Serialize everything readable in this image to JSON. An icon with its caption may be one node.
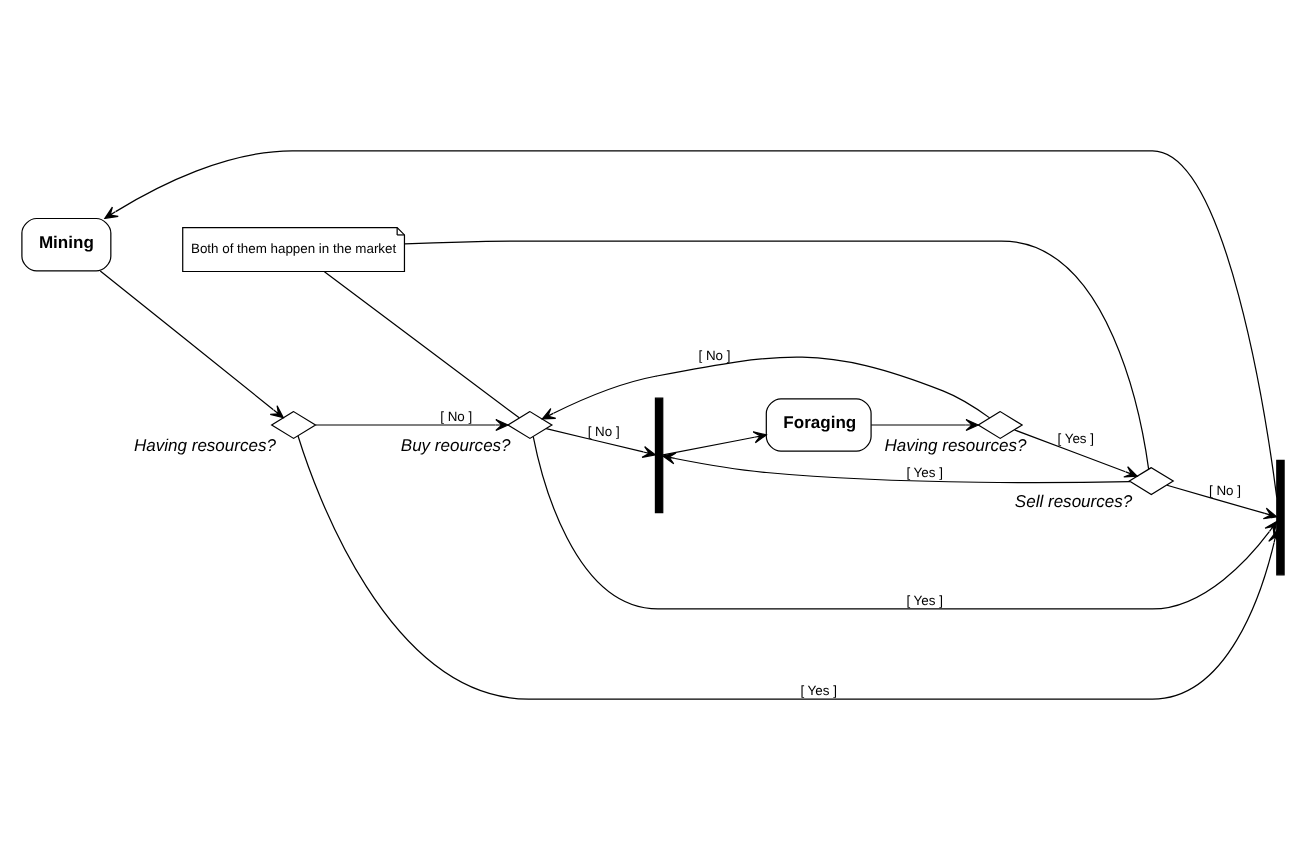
{
  "diagram": {
    "nodes": [
      {
        "text": [
          "Mining"
        ]
      },
      {
        "text": [
          "Both of them happen in the market"
        ]
      },
      {
        "text": [],
        "shape": "diamond",
        "beside": [
          "Having resources?"
        ]
      },
      {
        "text": [],
        "shape": "bar"
      },
      {
        "text": [],
        "shape": "diamond",
        "beside": [
          "Sell resources?"
        ]
      },
      {
        "text": [],
        "shape": "bar"
      },
      {
        "text": [],
        "shape": "diamond",
        "beside": [
          "Buy reources?"
        ]
      },
      {
        "text": [
          "Foraging"
        ]
      },
      {
        "text": [],
        "shape": "diamond",
        "beside": [
          "Having resources?"
        ]
      }
    ],
    "edges": [
      {
        "from": 7,
        "to": 2,
        "arrow": "to"
      },
      {
        "from": 2,
        "to": 4,
        "arrow": "to",
        "label": "[ Yes ]"
      },
      {
        "from": 2,
        "to": 6,
        "arrow": "to",
        "label": "[ No ]"
      },
      {
        "from": 4,
        "to": 3,
        "arrow": "to",
        "label": "[ No ]"
      },
      {
        "from": 4,
        "to": 5,
        "arrow": "to",
        "label": "[ Yes ]"
      },
      {
        "from": 6,
        "to": 3,
        "arrow": "to",
        "label": "[ Yes ]"
      },
      {
        "from": 6,
        "to": 5,
        "arrow": "to",
        "label": "[ No ]"
      },
      {
        "from": 3,
        "to": 0,
        "arrow": "to"
      },
      {
        "from": 0,
        "to": 8,
        "arrow": "to"
      },
      {
        "from": 8,
        "to": 3,
        "arrow": "to",
        "label": "[ Yes ]"
      },
      {
        "from": 8,
        "to": 6,
        "arrow": "to",
        "label": "[ No ]"
      },
      {
        "from": 5,
        "to": 7,
        "arrow": "to"
      },
      {
        "from": 1,
        "to": 4,
        "arrow": "none"
      },
      {
        "from": 1,
        "to": 6,
        "arrow": "none"
      }
    ]
  }
}
